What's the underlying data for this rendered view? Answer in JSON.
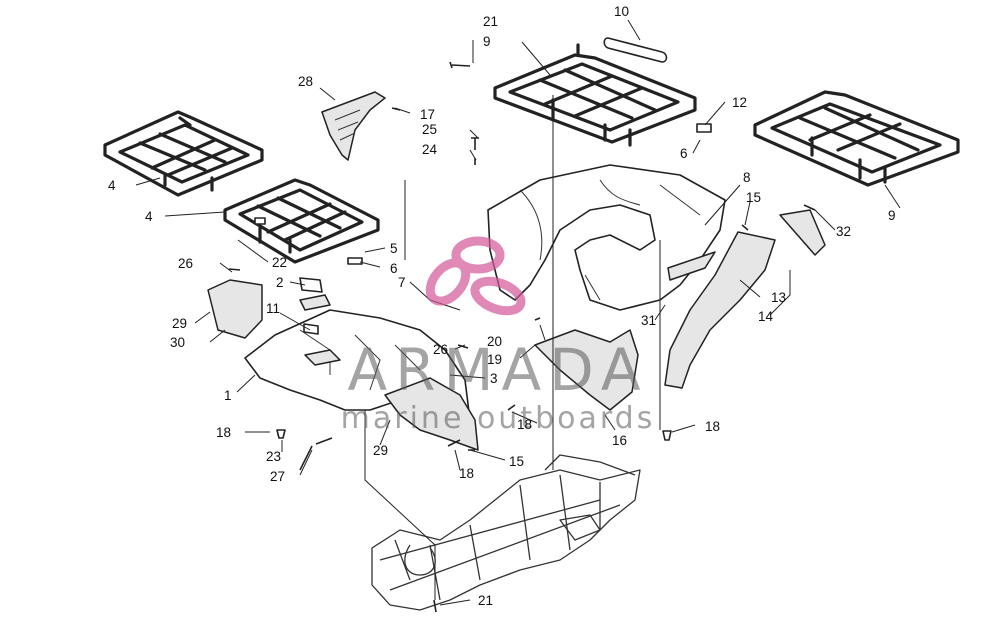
{
  "watermark": {
    "brand": "ARMADA",
    "tagline": "marine outboards",
    "brand_color": "#d4589a",
    "text_color": "#5a5a5a"
  },
  "callouts": [
    "21",
    "9",
    "10",
    "28",
    "17",
    "12",
    "25",
    "24",
    "6",
    "8",
    "15",
    "9",
    "4",
    "32",
    "4",
    "5",
    "22",
    "26",
    "6",
    "2",
    "7",
    "13",
    "31",
    "14",
    "29",
    "11",
    "30",
    "20",
    "26",
    "19",
    "3",
    "1",
    "18",
    "18",
    "16",
    "18",
    "29",
    "15",
    "23",
    "18",
    "27",
    "21"
  ]
}
